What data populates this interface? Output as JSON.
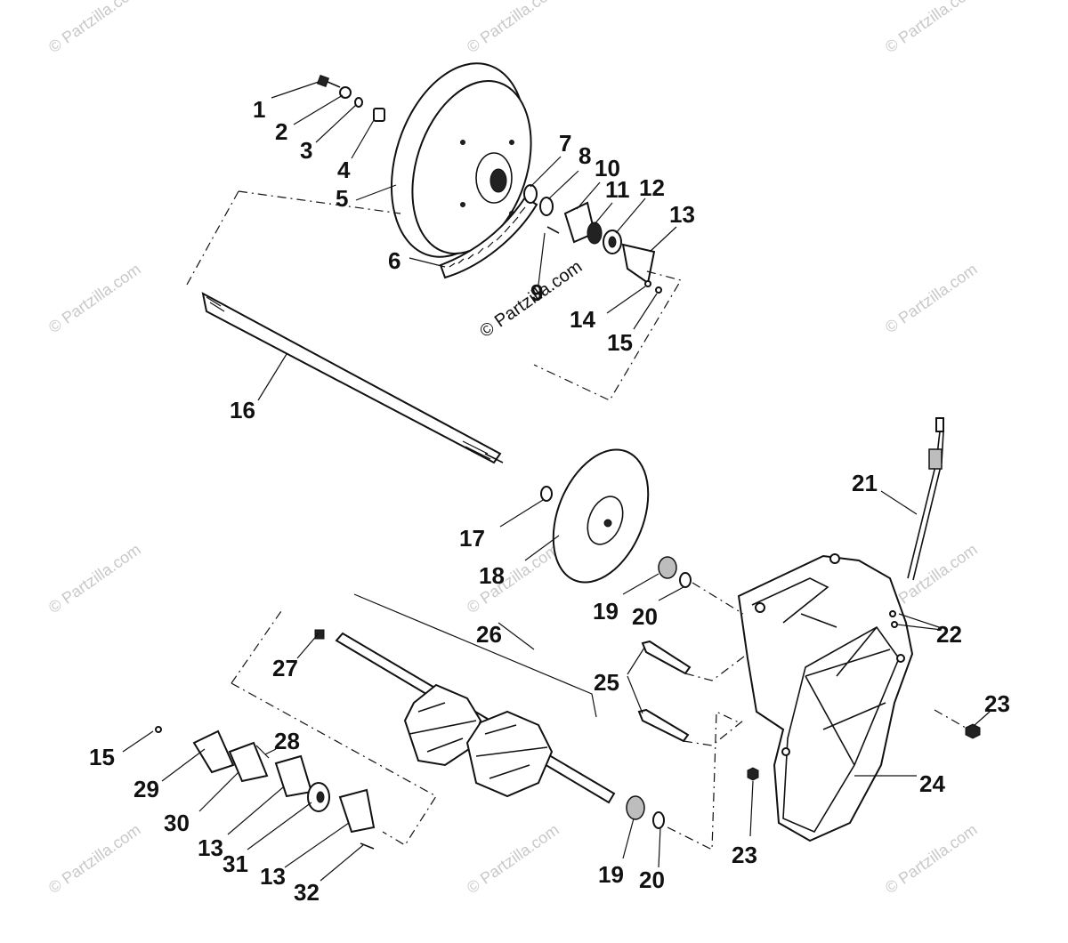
{
  "watermark": {
    "text": "© Partzilla.com",
    "main_text": "© Partzilla.com"
  },
  "callouts": {
    "c1": "1",
    "c2": "2",
    "c3": "3",
    "c4": "4",
    "c5": "5",
    "c6": "6",
    "c7": "7",
    "c8": "8",
    "c9": "9",
    "c10": "10",
    "c11": "11",
    "c12": "12",
    "c13a": "13",
    "c14": "14",
    "c15a": "15",
    "c16": "16",
    "c17": "17",
    "c18": "18",
    "c19a": "19",
    "c20a": "20",
    "c21": "21",
    "c22": "22",
    "c23a": "23",
    "c24": "24",
    "c25": "25",
    "c26": "26",
    "c27": "27",
    "c15b": "15",
    "c28": "28",
    "c29": "29",
    "c30": "30",
    "c13b": "13",
    "c31": "31",
    "c13c": "13",
    "c32": "32",
    "c19b": "19",
    "c20b": "20",
    "c23b": "23"
  }
}
